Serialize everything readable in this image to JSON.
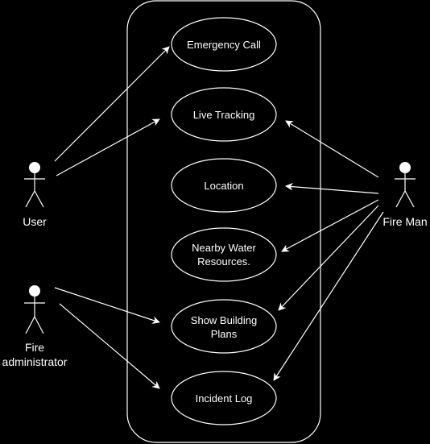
{
  "colors": {
    "background": "#000000",
    "stroke": "#ffffff",
    "text": "#ffffff",
    "ellipse_fill": "#000000"
  },
  "actors": {
    "user": "User",
    "fire_admin_line1": "Fire",
    "fire_admin_line2": "administrator",
    "fire_man": "Fire Man"
  },
  "use_cases": {
    "emergency_call": "Emergency Call",
    "live_tracking": "Live Tracking",
    "location": "Location",
    "nearby_water_line1": "Nearby Water",
    "nearby_water_line2": "Resources.",
    "show_building_line1": "Show Building",
    "show_building_line2": "Plans",
    "incident_log": "Incident Log"
  }
}
